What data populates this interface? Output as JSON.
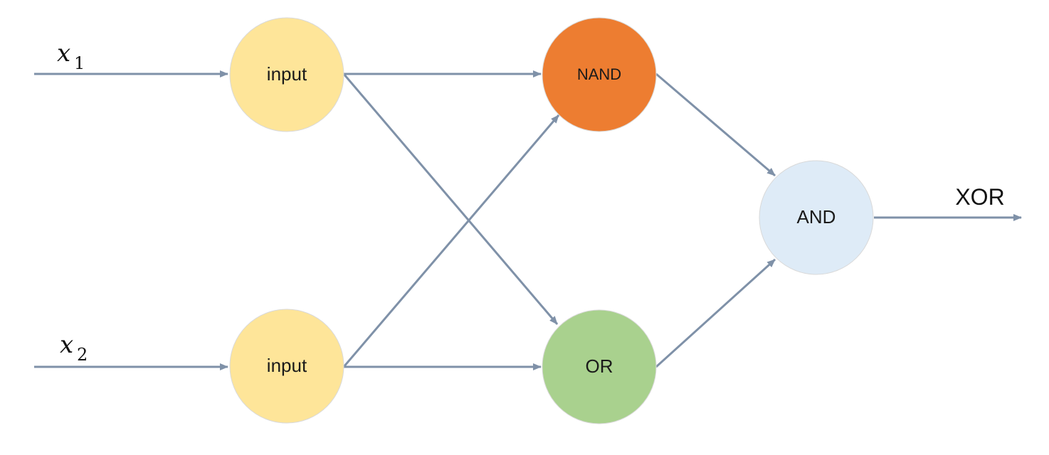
{
  "inputs": [
    {
      "var": "x",
      "sub": "1"
    },
    {
      "var": "x",
      "sub": "2"
    }
  ],
  "nodes": {
    "input1": {
      "label": "input",
      "color": "#fee599"
    },
    "input2": {
      "label": "input",
      "color": "#fee599"
    },
    "nand": {
      "label": "NAND",
      "color": "#ed7d31"
    },
    "or": {
      "label": "OR",
      "color": "#a9d18e"
    },
    "and": {
      "label": "AND",
      "color": "#deebf7"
    }
  },
  "output": {
    "label": "XOR"
  },
  "colors": {
    "edge": "#7f91a8",
    "node_border": "#d9d9d9"
  },
  "edges": [
    {
      "from": "x1",
      "to": "input1"
    },
    {
      "from": "x2",
      "to": "input2"
    },
    {
      "from": "input1",
      "to": "nand"
    },
    {
      "from": "input1",
      "to": "or"
    },
    {
      "from": "input2",
      "to": "nand"
    },
    {
      "from": "input2",
      "to": "or"
    },
    {
      "from": "nand",
      "to": "and"
    },
    {
      "from": "or",
      "to": "and"
    },
    {
      "from": "and",
      "to": "output"
    }
  ]
}
